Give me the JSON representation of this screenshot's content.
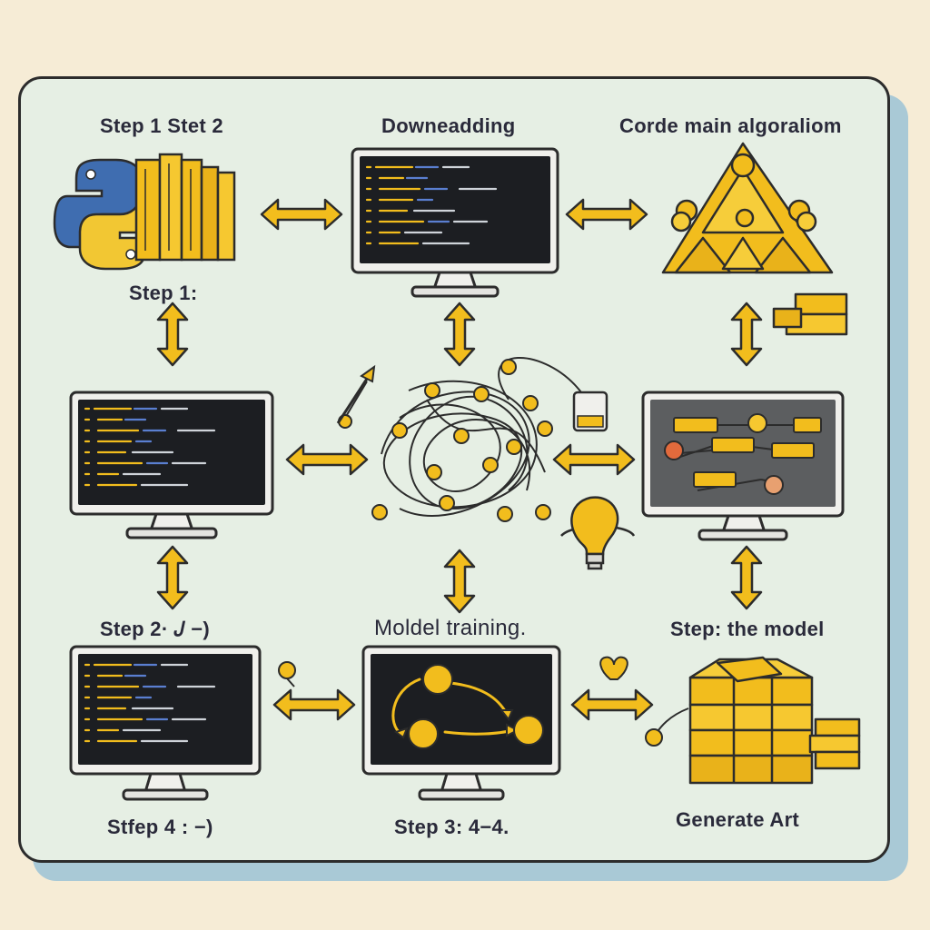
{
  "labels": {
    "step1_top": "Step 1 Stet 2",
    "downloading": "Downeadding",
    "code_algorithm": "Corde main algoraliom",
    "step1": "Step 1:",
    "step2": "Step 2· 𝐽 −)",
    "model_training": "Moldel training.",
    "step_model": "Step: the model",
    "step4": "Stfep 4 : −)",
    "step3": "Step 3: 4−4.",
    "generate_art": "Generate Art"
  },
  "icons": [
    "python-logo-icon",
    "books-icon",
    "monitor-icon",
    "triangle-network-icon",
    "boxes-icon",
    "neural-knot-icon",
    "lightbulb-icon",
    "flowchart-icon",
    "heart-icon",
    "tag-icon",
    "double-arrow-icon"
  ],
  "colors": {
    "background": "#f6ecd6",
    "panel": "#e6efe4",
    "accent_yellow": "#f2bd1d",
    "outline": "#2c2c2c",
    "screen": "#1c1e22",
    "bezel": "#f0f0ec"
  }
}
